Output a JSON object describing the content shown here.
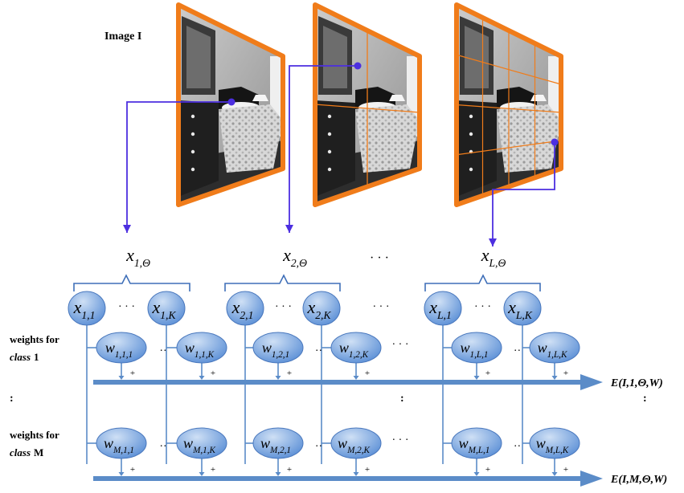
{
  "image_label": "Image I",
  "colors": {
    "frame": "#f07c1a",
    "grid_line": "#f07c1a",
    "connector": "#4c2fe0",
    "node_fill_light": "#cfe0f5",
    "node_fill_dark": "#5b8fd6",
    "node_stroke": "#4a78bd",
    "arrow": "#5b8cc8",
    "brace": "#3f6fb8"
  },
  "icons": [
    "bedroom-photo",
    "arrow-icon",
    "brace-icon"
  ],
  "feature_groups": [
    {
      "label_base": "x",
      "label_sub": "1,Θ",
      "nodes": [
        {
          "base": "x",
          "sub": "1,1"
        },
        {
          "base": "x",
          "sub": "1,K"
        }
      ]
    },
    {
      "label_base": "x",
      "label_sub": "2,Θ",
      "nodes": [
        {
          "base": "x",
          "sub": "2,1"
        },
        {
          "base": "x",
          "sub": "2,K"
        }
      ]
    },
    {
      "label_base": "x",
      "label_sub": "L,Θ",
      "nodes": [
        {
          "base": "x",
          "sub": "L,1"
        },
        {
          "base": "x",
          "sub": "L,K"
        }
      ]
    }
  ],
  "ellipsis": "· · ·",
  "node_ellipsis": "· · ·",
  "weight_ellipsis": "··",
  "vertical_ellipsis": ":",
  "plus": "+",
  "class_rows": [
    {
      "label_line1": "weights for",
      "label_line2_prefix": "class",
      "label_line2_value": "1",
      "weights": [
        {
          "base": "w",
          "sub": "1,1,1"
        },
        {
          "base": "w",
          "sub": "1,1,K"
        },
        {
          "base": "w",
          "sub": "1,2,1"
        },
        {
          "base": "w",
          "sub": "1,2,K"
        },
        {
          "base": "w",
          "sub": "1,L,1"
        },
        {
          "base": "w",
          "sub": "1,L,K"
        }
      ],
      "energy": "E(I,1,Θ,W)"
    },
    {
      "label_line1": "weights for",
      "label_line2_prefix": "class",
      "label_line2_value": "M",
      "weights": [
        {
          "base": "w",
          "sub": "M,1,1"
        },
        {
          "base": "w",
          "sub": "M,1,K"
        },
        {
          "base": "w",
          "sub": "M,2,1"
        },
        {
          "base": "w",
          "sub": "M,2,K"
        },
        {
          "base": "w",
          "sub": "M,L,1"
        },
        {
          "base": "w",
          "sub": "M,L,K"
        }
      ],
      "energy": "E(I,M,Θ,W)"
    }
  ]
}
